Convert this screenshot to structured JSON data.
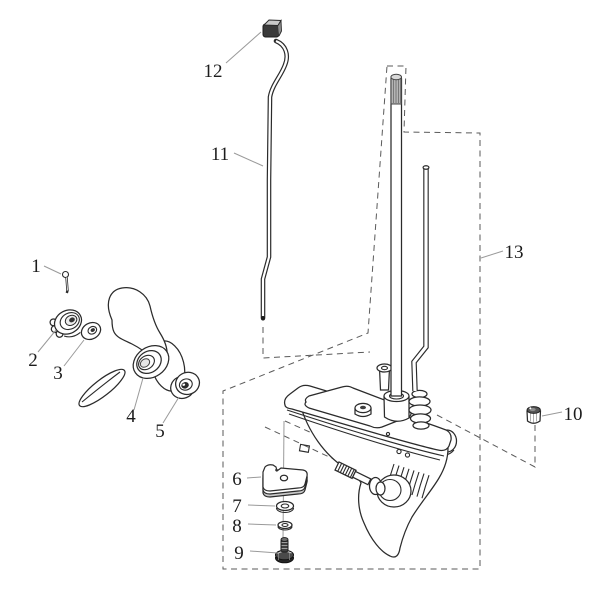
{
  "diagram": {
    "kind": "exploded-parts-diagram",
    "background": "#ffffff",
    "line_color": "#2b2b2b",
    "leader_color": "#9a9a9a",
    "dash_color": "#5a5a5a",
    "shade_light": "#c9c9c9",
    "shade_dark": "#3f3f3f",
    "callouts": [
      {
        "number": "1",
        "target": "cotter-pin"
      },
      {
        "number": "2",
        "target": "propeller-nut"
      },
      {
        "number": "3",
        "target": "washer"
      },
      {
        "number": "4",
        "target": "propeller"
      },
      {
        "number": "5",
        "target": "thrust-hub"
      },
      {
        "number": "6",
        "target": "anode-plate"
      },
      {
        "number": "7",
        "target": "washer"
      },
      {
        "number": "8",
        "target": "lock-washer"
      },
      {
        "number": "9",
        "target": "bolt"
      },
      {
        "number": "10",
        "target": "bushing"
      },
      {
        "number": "11",
        "target": "shift-rod"
      },
      {
        "number": "12",
        "target": "shift-rod-clip"
      },
      {
        "number": "13",
        "target": "gearcase-assembly"
      }
    ]
  }
}
